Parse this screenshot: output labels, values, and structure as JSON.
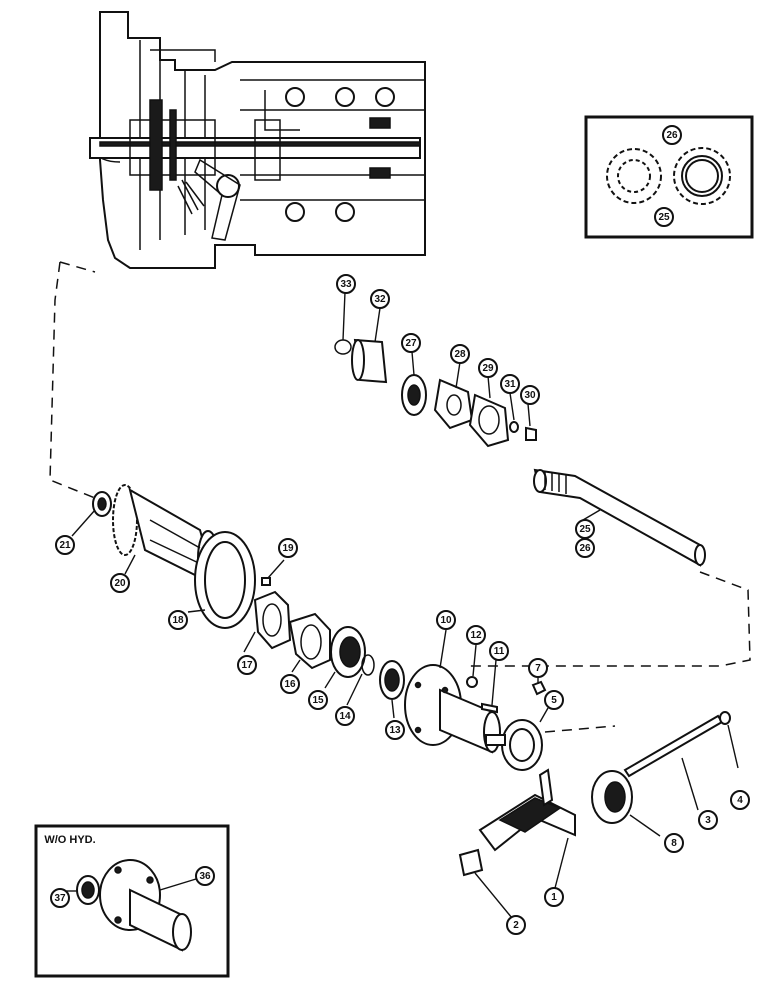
{
  "inset_without_hydraulics": {
    "label": "W/O HYD."
  },
  "callouts": [
    {
      "id": "c33",
      "label": "33"
    },
    {
      "id": "c32",
      "label": "32"
    },
    {
      "id": "c27",
      "label": "27"
    },
    {
      "id": "c28",
      "label": "28"
    },
    {
      "id": "c29",
      "label": "29"
    },
    {
      "id": "c31",
      "label": "31"
    },
    {
      "id": "c30",
      "label": "30"
    },
    {
      "id": "c25",
      "label": "25"
    },
    {
      "id": "c26",
      "label": "26"
    },
    {
      "id": "c21",
      "label": "21"
    },
    {
      "id": "c20",
      "label": "20"
    },
    {
      "id": "c19",
      "label": "19"
    },
    {
      "id": "c18",
      "label": "18"
    },
    {
      "id": "c17",
      "label": "17"
    },
    {
      "id": "c16",
      "label": "16"
    },
    {
      "id": "c15",
      "label": "15"
    },
    {
      "id": "c14",
      "label": "14"
    },
    {
      "id": "c13",
      "label": "13"
    },
    {
      "id": "c10",
      "label": "10"
    },
    {
      "id": "c12",
      "label": "12"
    },
    {
      "id": "c11",
      "label": "11"
    },
    {
      "id": "c7",
      "label": "7"
    },
    {
      "id": "c5",
      "label": "5"
    },
    {
      "id": "c4",
      "label": "4"
    },
    {
      "id": "c3",
      "label": "3"
    },
    {
      "id": "c8",
      "label": "8"
    },
    {
      "id": "c1",
      "label": "1"
    },
    {
      "id": "c2",
      "label": "2"
    },
    {
      "id": "c36",
      "label": "36"
    },
    {
      "id": "c37",
      "label": "37"
    },
    {
      "id": "c26i",
      "label": "26"
    },
    {
      "id": "c25i",
      "label": "25"
    }
  ]
}
